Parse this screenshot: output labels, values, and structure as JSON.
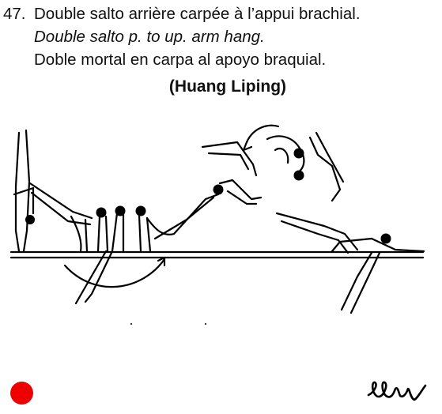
{
  "entry": {
    "number": "47.",
    "lines": [
      "Double salto arrière carpée à l’appui brachial.",
      "Double salto p. to up. arm hang.",
      "Doble mortal en carpa al apoyo braquial."
    ],
    "gymnast": "(Huang Liping)"
  },
  "figure": {
    "icon": "parallel-bars-skill-sequence-illustration"
  },
  "status": {
    "color": "#ee0000",
    "icon": "red-dot-icon"
  },
  "signature": {
    "icon": "handwritten-signature-icon"
  }
}
